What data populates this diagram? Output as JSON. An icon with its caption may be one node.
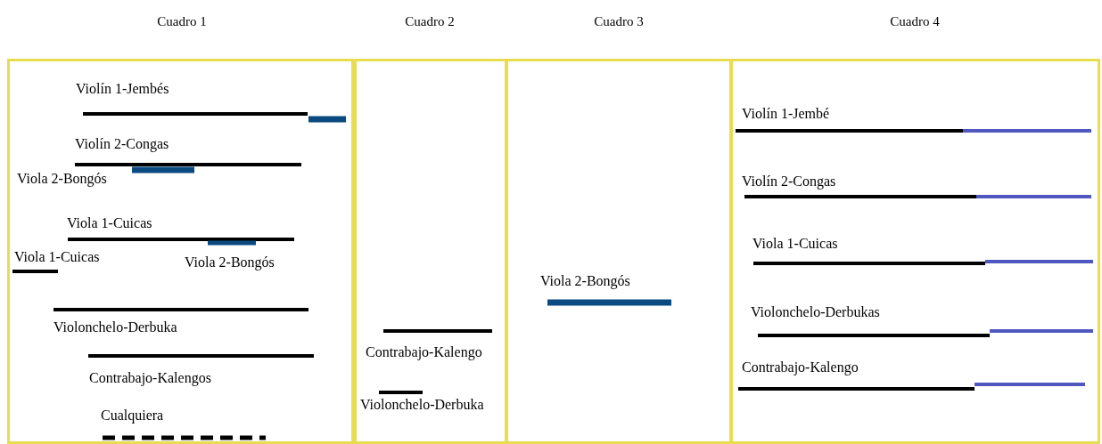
{
  "diagram": {
    "nodes": [
      {
        "text": [
          "Cuadro 1"
        ]
      },
      {
        "text": [
          "Cuadro 2"
        ]
      },
      {
        "text": [
          "Cuadro 3"
        ]
      },
      {
        "text": [
          "Cuadro 4"
        ]
      }
    ],
    "labels": [
      "Violín 1-Jembés",
      "Violín 2-Congas",
      "Viola 2-Bongós",
      "Viola 1-Cuicas",
      "Viola 1-Cuicas",
      "Viola 2-Bongós",
      "Violonchelo-Derbuka",
      "Contrabajo-Kalengos",
      "Cualquiera",
      "Contrabajo-Kalengo",
      "Violonchelo-Derbuka",
      "Viola 2-Bongós",
      "Violín 1-Jembé",
      "Violín 2-Congas",
      "Viola 1-Cuicas",
      "Violonchelo-Derbukas",
      "Contrabajo-Kalengo"
    ]
  }
}
